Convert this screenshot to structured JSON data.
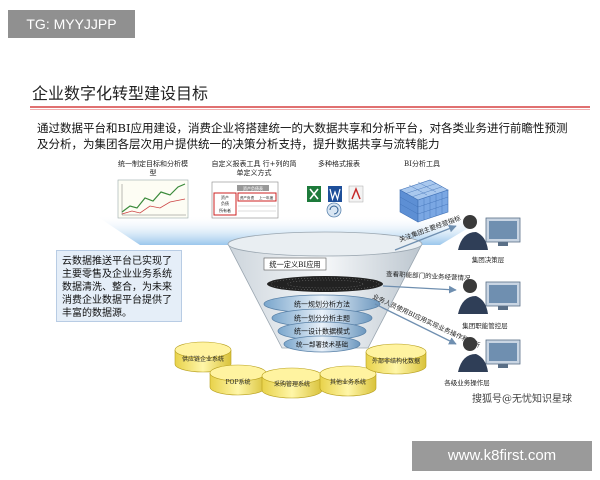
{
  "tag": "TG: MYYJJPP",
  "title": "企业数字化转型建设目标",
  "intro": "通过数据平台和BI应用建设，消费企业将搭建统一的大数据共享和分析平台，对各类业务进行前瞻性预测及分析，为集团各层次用户提供统一的决策分析支持，提升数据共享与流转能力",
  "tools": {
    "t1": "统一制定目标和分析模型",
    "t2": "自定义报表工具 行+列的简单定义方式",
    "t3": "多种格式报表",
    "t4": "BI分析工具"
  },
  "mock_table": {
    "header": "资产负债表",
    "row_labels": [
      "资产",
      "负债",
      "所有者"
    ],
    "col_labels": [
      "资产负债",
      "上一年度"
    ]
  },
  "fact_box": "云数据推送平台已实现了主要零售及企业业务系统数据清洗、整合，为未来消费企业数据平台提供了丰富的数据源。",
  "funnel": {
    "top_label": "统一定义BI应用",
    "layers": [
      "统一规划分析方法",
      "统一划分分析主题",
      "统一设计数据模式",
      "统一部署技术基础"
    ]
  },
  "sources": [
    "供应链企业系统",
    "POP系统",
    "采购管理系统",
    "其他业务系统",
    "外部非结构化数据"
  ],
  "flows": [
    "关注集团主要经营指标",
    "查看职能部门的业务经营情况",
    "业务人员使用BI应用实现业务操作和创新"
  ],
  "users": [
    "集团决策层",
    "集团职能管控层",
    "各级业务操作层"
  ],
  "credit": "搜狐号@无忧知识星球",
  "watermark": "www.k8first.com"
}
